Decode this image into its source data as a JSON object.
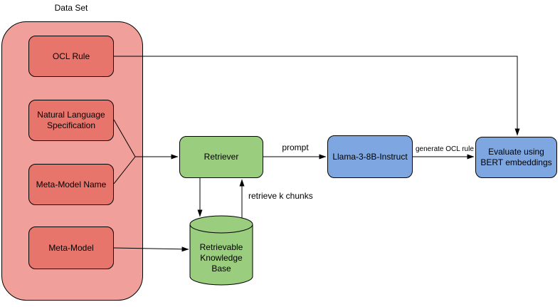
{
  "dataset": {
    "title": "Data Set",
    "items": [
      "OCL Rule",
      "Natural Language Specification",
      "Meta-Model Name",
      "Meta-Model"
    ]
  },
  "nodes": {
    "retriever": {
      "label": "Retriever"
    },
    "llm": {
      "label": "Llama-3-8B-Instruct"
    },
    "evaluate": {
      "label": "Evaluate using BERT embeddings"
    },
    "knowledge_base": {
      "label": "Retrievable Knowledge Base"
    }
  },
  "edge_labels": {
    "prompt": "prompt",
    "generate": "generate OCL rule",
    "retrieve": "retrieve k chunks"
  },
  "colors": {
    "container_fill": "#F19F9B",
    "dataset_node_fill": "#E8756C",
    "process_fill": "#9ACD7D",
    "model_fill": "#7EA6E0",
    "stroke": "#000000",
    "text": "#000000",
    "background": "#FFFFFF"
  }
}
